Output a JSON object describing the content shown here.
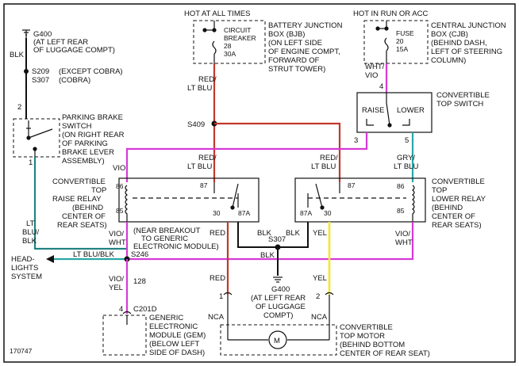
{
  "figure_id": "170747",
  "colors": {
    "red": "#c0392b",
    "pink": "#d63ad6",
    "cyan": "#2aa7a7",
    "yellow": "#f2ea2a",
    "black": "#111111"
  },
  "labels": {
    "hot_all_times": "HOT AT ALL TIMES",
    "hot_run_acc": "HOT IN RUN OR ACC",
    "bjb": [
      "BATTERY JUNCTION",
      "BOX (BJB)",
      "(ON LEFT SIDE",
      "OF ENGINE COMPT,",
      "FORWARD OF",
      "STRUT TOWER)"
    ],
    "cjb": [
      "CENTRAL JUNCTION",
      "BOX (CJB)",
      "(BEHIND DASH,",
      "LEFT OF STEERING",
      "COLUMN)"
    ],
    "circuit_breaker": [
      "CIRCUIT",
      "BREAKER",
      "28",
      "30A"
    ],
    "fuse": [
      "FUSE",
      "20",
      "15A"
    ],
    "g400_top": [
      "G400",
      "(AT LEFT REAR",
      "OF LUGGAGE COMPT)"
    ],
    "s209": "S209",
    "s307_top": "S307",
    "except_cobra": "(EXCEPT COBRA)",
    "cobra": "(COBRA)",
    "blk": "BLK",
    "pin_2": "2",
    "pin_1": "1",
    "pin_3": "3",
    "pin_4": "4",
    "pin_5": "5",
    "parking_brake": [
      "PARKING BRAKE",
      "SWITCH",
      "(ON RIGHT REAR",
      "OF PARKING",
      "BRAKE LEVER",
      "ASSEMBLY)"
    ],
    "red_ltblu": [
      "RED/",
      "LT BLU"
    ],
    "wht_vio": [
      "WHT/",
      "VIO"
    ],
    "top_switch": [
      "CONVERTIBLE",
      "TOP SWITCH"
    ],
    "raise": "RAISE",
    "lower": "LOWER",
    "s409": "S409",
    "vio": "VIO",
    "gry_ltblu": [
      "GRY/",
      "LT BLU"
    ],
    "raise_relay": [
      "CONVERTIBLE",
      "TOP",
      "RAISE RELAY",
      "(BEHIND",
      "CENTER OF",
      "REAR SEATS)"
    ],
    "lower_relay": [
      "CONVERTIBLE",
      "TOP",
      "LOWER RELAY",
      "(BEHIND",
      "CENTER OF",
      "REAR SEATS)"
    ],
    "t86": "86",
    "t85": "85",
    "t87": "87",
    "t30": "30",
    "t87a": "87A",
    "lt_blu_blk_v": [
      "LT",
      "BLU/",
      "BLK"
    ],
    "vio_wht": [
      "VIO/",
      "WHT"
    ],
    "vio_wht2": [
      "VIO/",
      "WHT"
    ],
    "near_breakout": [
      "(NEAR BREAKOUT",
      "TO GENERIC",
      "ELECTRONIC MODULE)"
    ],
    "s246": "S246",
    "headlights": [
      "HEAD-",
      "LIGHTS",
      "SYSTEM"
    ],
    "lt_blu_blk": "LT BLU/BLK",
    "red": "RED",
    "yel": "YEL",
    "s307": "S307",
    "g400_bottom": [
      "G400",
      "(AT LEFT REAR",
      "OF LUGGAGE",
      "COMPT)"
    ],
    "vio_yel": [
      "VIO/",
      "YEL"
    ],
    "w128": "128",
    "c201d": "C201D",
    "gem": [
      "GENERIC",
      "ELECTRONIC",
      "MODULE (GEM)",
      "(BELOW LEFT",
      "SIDE OF DASH)"
    ],
    "nca": "NCA",
    "top_motor": [
      "CONVERTIBLE",
      "TOP MOTOR",
      "(BEHIND BOTTOM",
      "CENTER OF REAR SEAT)"
    ],
    "motor_symbol": "M"
  }
}
